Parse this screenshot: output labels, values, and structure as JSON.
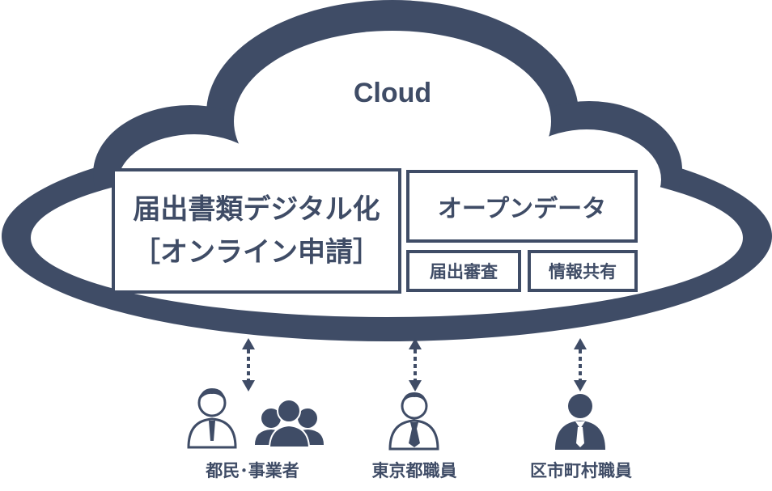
{
  "cloud": {
    "title": "Cloud"
  },
  "main_box": {
    "line1": "届出書類デジタル化",
    "line2": "［オンライン申請］"
  },
  "open_data": {
    "label": "オープンデータ"
  },
  "sub_boxes": [
    {
      "label": "届出審査"
    },
    {
      "label": "情報共有"
    }
  ],
  "actors": [
    {
      "label": "都民･事業者"
    },
    {
      "label": "東京都職員"
    },
    {
      "label": "区市町村職員"
    }
  ],
  "colors": {
    "primary": "#3f4c66",
    "background": "#ffffff"
  },
  "icons": [
    "person-icon",
    "group-icon",
    "staff-icon",
    "bidirectional-arrow-icon"
  ]
}
